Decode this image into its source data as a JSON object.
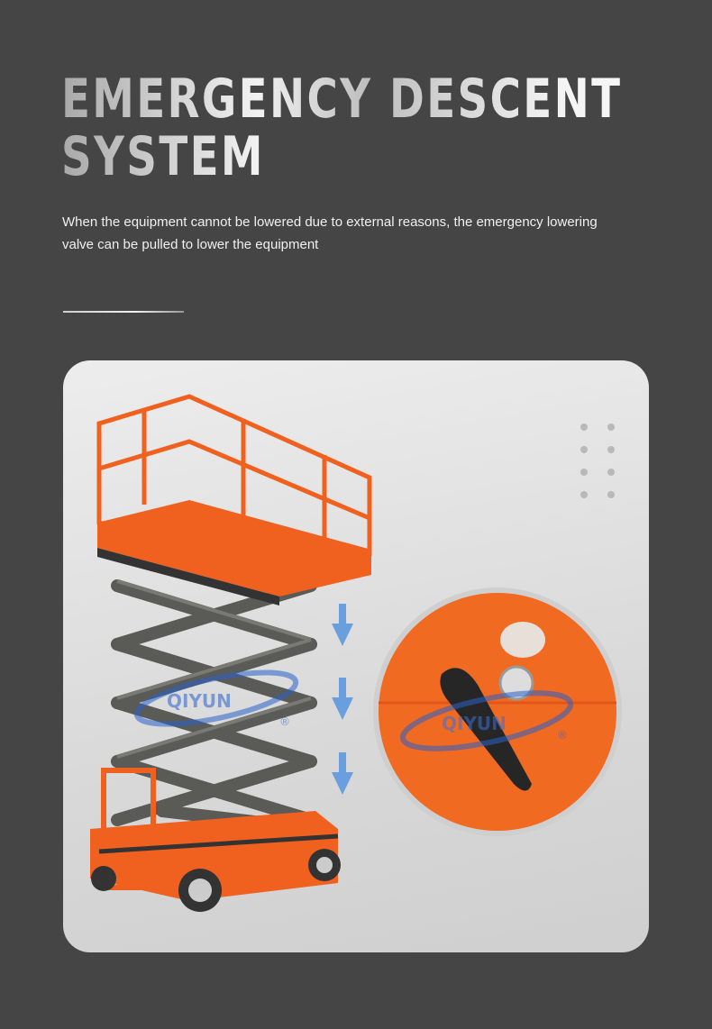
{
  "header": {
    "title_line1": "EMERGENCY DESCENT",
    "title_line2": "SYSTEM",
    "description": "When the equipment cannot be lowered due to external reasons, the emergency lowering valve can be pulled to lower the equipment"
  },
  "watermark": {
    "text": "QIYUN",
    "mark": "®"
  },
  "colors": {
    "background": "#454545",
    "machine_orange": "#f0601e",
    "arrow_blue": "#6a9fdf",
    "card": "#e3e3e3"
  },
  "icons": [
    "arrow-down-icon",
    "arrow-down-icon",
    "arrow-down-icon"
  ]
}
